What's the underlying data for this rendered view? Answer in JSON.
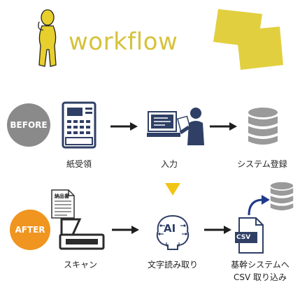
{
  "brand": {
    "name": "workflow"
  },
  "before": {
    "badge": "BEFORE",
    "steps": {
      "paper": "紙受領",
      "input": "入力",
      "register": "システム登録"
    }
  },
  "after": {
    "badge": "AFTER",
    "document_label": "納品書",
    "ai_label": "AI",
    "csv_label": "CSV",
    "steps": {
      "scan": "スキャン",
      "ocr": "文字読み取り",
      "import_line1": "基幹システムへ",
      "import_line2": "CSV 取り込み"
    }
  },
  "colors": {
    "brand_yellow": "#e2cf3f",
    "before_badge": "#8a8a8a",
    "after_badge": "#f0951f",
    "icon_navy": "#2f3f66",
    "arrow": "#1e1e1e",
    "db_gray": "#9a9a9a",
    "flow_arrow": "#1f3a8a"
  }
}
